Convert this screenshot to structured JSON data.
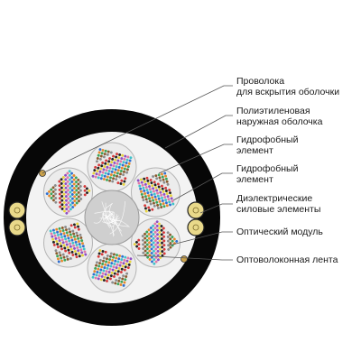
{
  "callouts": [
    {
      "lines": [
        "Проволока",
        "для вскрытия оболочки"
      ]
    },
    {
      "lines": [
        "Полиэтиленовая",
        "наружная оболочка"
      ]
    },
    {
      "lines": [
        "Гидрофобный",
        "элемент"
      ]
    },
    {
      "lines": [
        "Гидрофобный",
        "элемент"
      ]
    },
    {
      "lines": [
        "Диэлектрические",
        "силовые элементы"
      ]
    },
    {
      "lines": [
        "Оптический модуль"
      ]
    },
    {
      "lines": [
        "Оптоволоконная лента"
      ]
    }
  ],
  "colors": {
    "sheath": "#070707",
    "inner_fill": "#f3f3f3",
    "tube_fill": "#ececec",
    "core": "#cfcfcf",
    "strength_member": "#e9d98a",
    "leader_line": "#555555"
  },
  "ribbon_palette": [
    "#2f6fd0",
    "#e6892c",
    "#3aa55a",
    "#8a5a2b",
    "#8c8c8c",
    "#e8e8e8",
    "#d63a3a",
    "#222222",
    "#e8d43a",
    "#8e4fc2",
    "#e07aa8",
    "#3ec3c9"
  ]
}
